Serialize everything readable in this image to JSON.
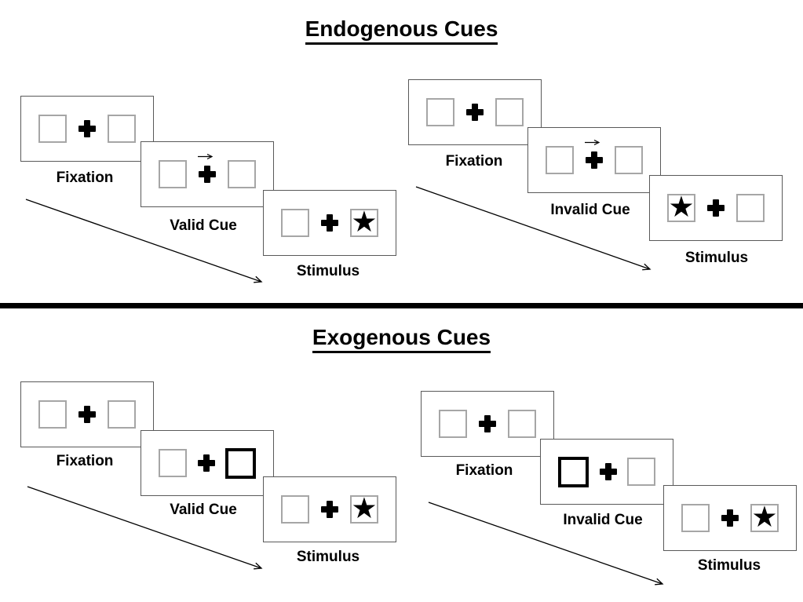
{
  "titles": {
    "endogenous": "Endogenous Cues",
    "exogenous": "Exogenous Cues"
  },
  "glyphs": {
    "star": "★"
  },
  "colors": {
    "ink": "#000000",
    "card_border": "#595959",
    "box_border": "#a6a6a6",
    "background": "#ffffff"
  },
  "panels": [
    {
      "id": "endogenous-valid",
      "cue_type": "arrow-over-fixation",
      "cue_direction": "right",
      "stimulus_side": "right",
      "steps": [
        {
          "label": "Fixation"
        },
        {
          "label": "Valid Cue"
        },
        {
          "label": "Stimulus"
        }
      ]
    },
    {
      "id": "endogenous-invalid",
      "cue_type": "arrow-over-fixation",
      "cue_direction": "right",
      "stimulus_side": "left",
      "steps": [
        {
          "label": "Fixation"
        },
        {
          "label": "Invalid Cue"
        },
        {
          "label": "Stimulus"
        }
      ]
    },
    {
      "id": "exogenous-valid",
      "cue_type": "bold-box",
      "cue_side": "right",
      "stimulus_side": "right",
      "steps": [
        {
          "label": "Fixation"
        },
        {
          "label": "Valid Cue"
        },
        {
          "label": "Stimulus"
        }
      ]
    },
    {
      "id": "exogenous-invalid",
      "cue_type": "bold-box",
      "cue_side": "left",
      "stimulus_side": "right",
      "steps": [
        {
          "label": "Fixation"
        },
        {
          "label": "Invalid Cue"
        },
        {
          "label": "Stimulus"
        }
      ]
    }
  ]
}
